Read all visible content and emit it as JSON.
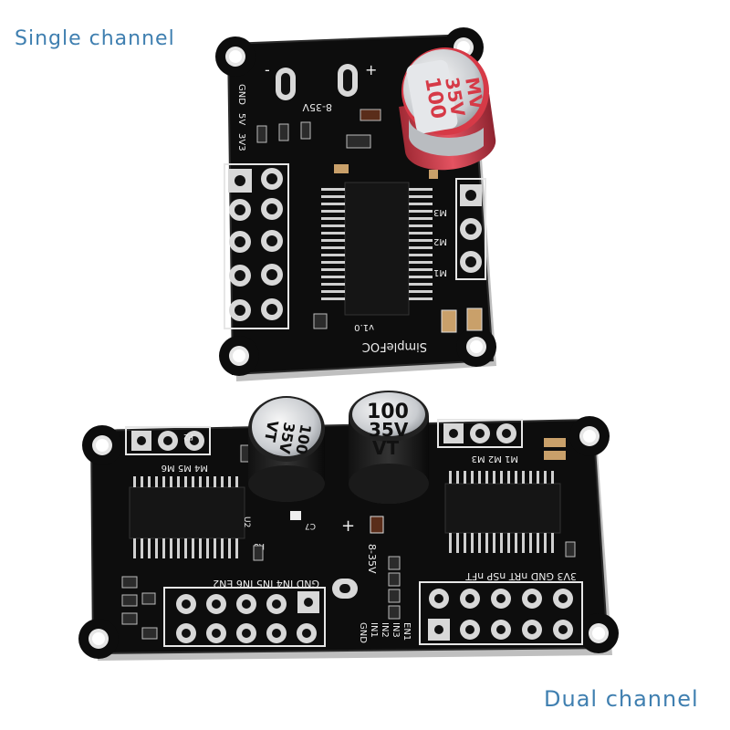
{
  "captions": {
    "single": "Single channel",
    "dual": "Dual channel"
  },
  "single_board": {
    "capacitor": {
      "value": "100",
      "voltage": "35V",
      "series": "MV"
    },
    "labels": {
      "voltage_range": "8-35V",
      "minus": "-",
      "plus": "+",
      "pin_gnd": "GND",
      "pin_5v": "5V",
      "pin_3v3": "3V3",
      "brand": "SimpleFOC",
      "version": "v1.0",
      "m1": "M1",
      "m2": "M2",
      "m3": "M3"
    }
  },
  "dual_board": {
    "capacitor_left": {
      "value": "100",
      "voltage": "35V",
      "series": "VT"
    },
    "capacitor_right": {
      "value": "100",
      "voltage": "35V",
      "series": "VT"
    },
    "labels": {
      "voltage_range": "8-35V",
      "plus": "+",
      "motor_left": "M4 M5 M6",
      "motor_right": "M1 M2 M3",
      "p2": "P2",
      "header_left": "GND IN4 IN5 IN6 EN2",
      "header_right": "3V3 GND nRT nSP nFT",
      "en1": "EN1",
      "in1": "IN1",
      "in2": "IN2",
      "in3": "IN3",
      "gnd": "GND",
      "u2": "U2",
      "r8": "R8",
      "c7": "C7"
    }
  },
  "colors": {
    "pcb": "#0d0d0d",
    "silkscreen": "#eeeeee",
    "caption": "#3f7fb0",
    "capacitor_red": "#d63a47",
    "capacitor_silver": "#cfd2d6"
  }
}
